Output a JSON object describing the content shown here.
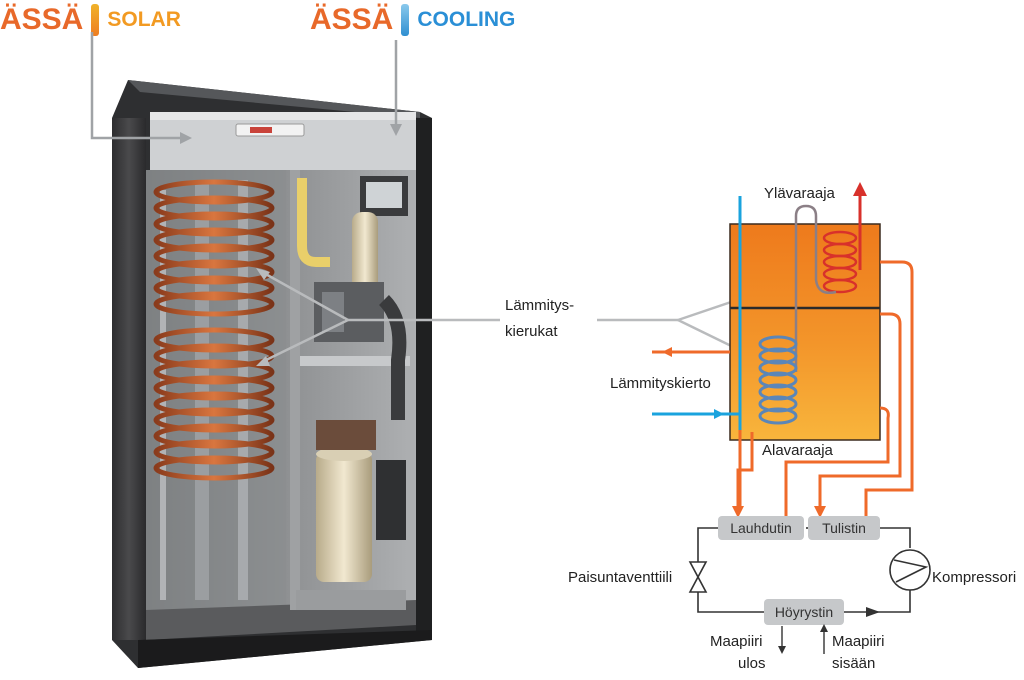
{
  "brands": [
    {
      "name": "ÄSSÄ",
      "sub": "SOLAR"
    },
    {
      "name": "ÄSSÄ",
      "sub": "COOLING"
    }
  ],
  "callout": {
    "line1": "Lämmitys-",
    "line2": "kierukat"
  },
  "schematic": {
    "upper_tank": "Ylävaraaja",
    "lower_tank": "Alavaraaja",
    "heating_circuit": "Lämmityskierto",
    "condenser": "Lauhdutin",
    "liquefier": "Tulistin",
    "evaporator": "Höyrystin",
    "expansion_valve": "Paisuntaventtiili",
    "compressor": "Kompressori",
    "ground_out_1": "Maapiiri",
    "ground_out_2": "ulos",
    "ground_in_1": "Maapiiri",
    "ground_in_2": "sisään"
  },
  "colors": {
    "pipe_orange": "#ef6a2a",
    "pipe_blue": "#1aa3de",
    "pipe_red": "#d8312b",
    "coil_blue": "#5b86b8",
    "tank_top": "#f08a20",
    "tank_bottom": "#f7b038"
  }
}
